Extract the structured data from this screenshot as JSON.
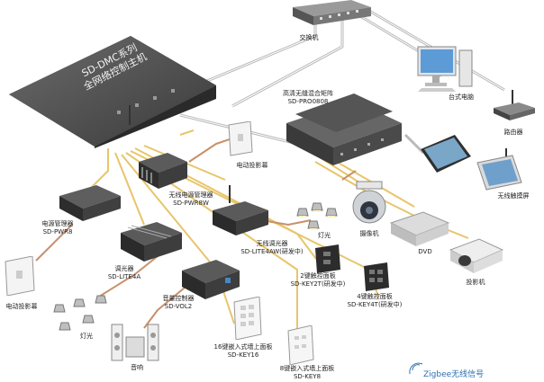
{
  "devices": {
    "main_host": {
      "line1": "SD-DMC系列",
      "line2": "全网络控制主机"
    },
    "switch": {
      "label": "交换机"
    },
    "pc": {
      "label": "台式电脑"
    },
    "router": {
      "label": "路由器"
    },
    "matrix": {
      "line1": "高清无缝混合矩阵",
      "line2": "SD-PRO0808"
    },
    "wireless_touch": {
      "label": "无线触摸屏"
    },
    "screen_top": {
      "label": "电动投影幕"
    },
    "power_wireless": {
      "line1": "无线电源管理器",
      "line2": "SD-PWR8W"
    },
    "power_mgr": {
      "line1": "电源管理器",
      "line2": "SD-PWR8"
    },
    "dimmer": {
      "line1": "调光器",
      "line2": "SD-LITE4A"
    },
    "wireless_dimmer": {
      "line1": "无线调光器",
      "line2": "SD-LITE4AW(研发中)"
    },
    "lights_top": {
      "label": "灯光"
    },
    "lights_bottom": {
      "label": "灯光"
    },
    "camera": {
      "label": "摄像机"
    },
    "dvd": {
      "label": "DVD"
    },
    "projector": {
      "label": "投影机"
    },
    "key2": {
      "line1": "2键触控面板",
      "line2": "SD-KEY2T(研发中)"
    },
    "key4": {
      "line1": "4键触控面板",
      "line2": "SD-KEY4T(研发中)"
    },
    "screen_left": {
      "label": "电动投影幕"
    },
    "volume": {
      "line1": "音量控制器",
      "line2": "SD-VOL2"
    },
    "speaker": {
      "label": "音响"
    },
    "key16": {
      "line1": "16键嵌入式墙上面板",
      "line2": "SD-KEY16"
    },
    "key8": {
      "line1": "8键嵌入式墙上面板",
      "line2": "SD-KEY8"
    }
  },
  "legend": {
    "zigbee": "Zigbee无线信号"
  },
  "colors": {
    "network_cable": "#b9b9b9",
    "control_cable": "#e8c56a",
    "power_cable": "#c98f6a",
    "zigbee_arc": "#2a6fb0"
  }
}
